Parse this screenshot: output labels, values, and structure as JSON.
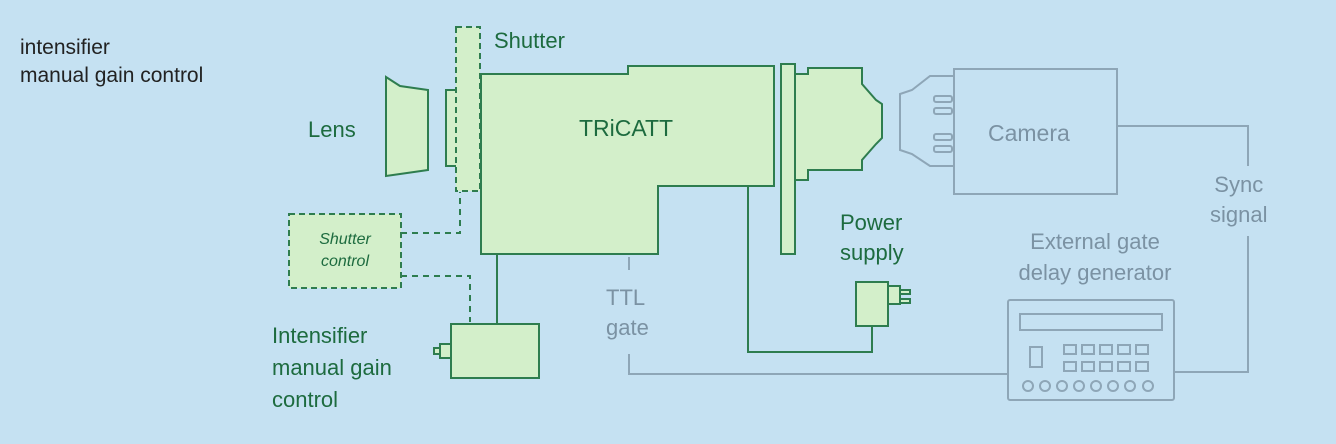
{
  "caption": {
    "line1": "intensifier",
    "line2": "manual gain control"
  },
  "labels": {
    "shutter": "Shutter",
    "lens": "Lens",
    "tricatt": "TRiCATT",
    "camera": "Camera",
    "sync_signal": "Sync\nsignal",
    "shutter_control": "Shutter\ncontrol",
    "power_supply": "Power\nsupply",
    "external_gate": "External gate\ndelay generator",
    "ttl_gate": "TTL\ngate",
    "intensifier_control": "Intensifier\nmanual gain\ncontrol"
  },
  "colors": {
    "background": "#c5e1f2",
    "component_fill": "#d3efca",
    "component_stroke": "#2e7d4f",
    "label_green": "#1d6b3f",
    "peripheral_stroke": "#8ea6b7",
    "label_grey": "#7b92a3"
  }
}
